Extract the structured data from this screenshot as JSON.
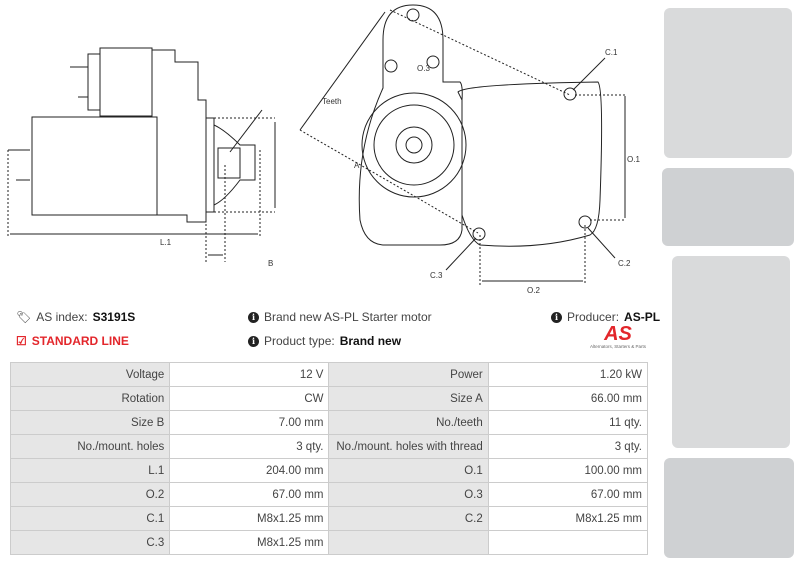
{
  "diagram": {
    "labels": {
      "teeth": "Teeth",
      "a": "A",
      "b": "B",
      "l1": "L.1",
      "o1": "O.1",
      "o2": "O.2",
      "o3": "O.3",
      "c1": "C.1",
      "c2": "C.2",
      "c3": "C.3"
    }
  },
  "info": {
    "as_index_label": "AS index:",
    "as_index": "S3191S",
    "line": "STANDARD LINE",
    "description": "Brand new AS-PL Starter motor",
    "product_type_label": "Product type:",
    "product_type": "Brand new",
    "producer_label": "Producer:",
    "producer": "AS-PL"
  },
  "logo": {
    "mark": "AS",
    "tagline": "Alternators, Starters & Parts"
  },
  "specs": [
    [
      "Voltage",
      "12 V",
      "Power",
      "1.20 kW"
    ],
    [
      "Rotation",
      "CW",
      "Size A",
      "66.00 mm"
    ],
    [
      "Size B",
      "7.00 mm",
      "No./teeth",
      "11 qty."
    ],
    [
      "No./mount. holes",
      "3 qty.",
      "No./mount. holes with thread",
      "3 qty."
    ],
    [
      "L.1",
      "204.00 mm",
      "O.1",
      "100.00 mm"
    ],
    [
      "O.2",
      "67.00 mm",
      "O.3",
      "67.00 mm"
    ],
    [
      "C.1",
      "M8x1.25 mm",
      "C.2",
      "M8x1.25 mm"
    ],
    [
      "C.3",
      "M8x1.25 mm",
      "",
      ""
    ]
  ]
}
